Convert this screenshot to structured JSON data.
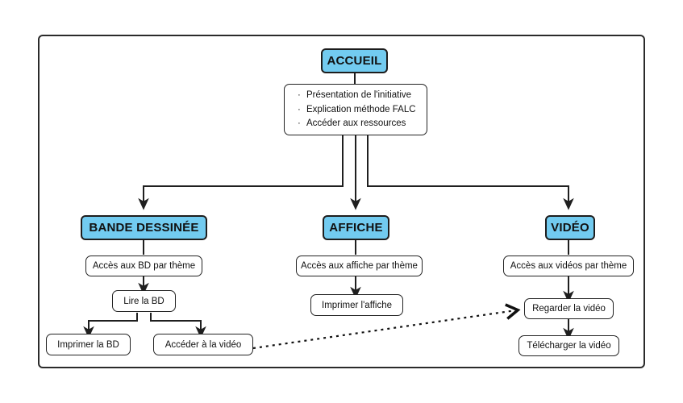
{
  "diagram": {
    "title_node": {
      "label": "ACCUEIL"
    },
    "intro_box": {
      "items": [
        "Présentation de l'initiative",
        "Explication méthode FALC",
        "Accéder aux ressources"
      ],
      "bullet_glyph": "·"
    },
    "branches": [
      {
        "header": "BANDE DESSINÉE",
        "steps": [
          {
            "label": "Accès aux BD par thème"
          },
          {
            "label": "Lire la BD"
          }
        ],
        "leaves": [
          {
            "label": "Imprimer la BD"
          },
          {
            "label": "Accéder à la vidéo"
          }
        ]
      },
      {
        "header": "AFFICHE",
        "steps": [
          {
            "label": "Accès aux affiche par thème"
          },
          {
            "label": "Imprimer l'affiche"
          }
        ],
        "leaves": []
      },
      {
        "header": "VIDÉO",
        "steps": [
          {
            "label": "Accès aux vidéos par thème"
          },
          {
            "label": "Regarder la vidéo"
          },
          {
            "label": "Télécharger la vidéo"
          }
        ],
        "leaves": []
      }
    ],
    "cross_link": {
      "from": "Accéder à la vidéo",
      "to": "Regarder la vidéo",
      "style": "dotted-arrow"
    },
    "colors": {
      "header_fill": "#72cbf0",
      "stroke": "#1f1f1f",
      "background": "#ffffff",
      "text": "#111111"
    }
  }
}
